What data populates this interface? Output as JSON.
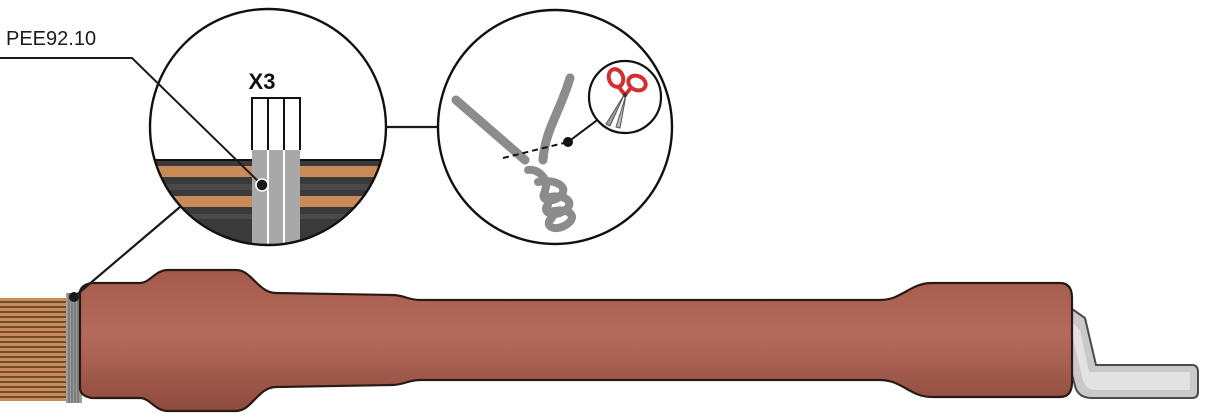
{
  "labels": {
    "part_code": "PEE92.10",
    "multiplier": "X3"
  },
  "colors": {
    "sleeve": "#A85F50",
    "sleeve_shade": "#8E4A3D",
    "lug": "#BDBDBD",
    "shield_wire": "#8C8C8C",
    "copper_layer": "#C98B57",
    "dark_layer": "#3A3A3A",
    "scissor_handle": "#D32F2F"
  },
  "icons": {
    "detail_1": "tape-wrap-detail",
    "detail_2": "cut-wire-detail",
    "tool": "scissors-icon"
  }
}
